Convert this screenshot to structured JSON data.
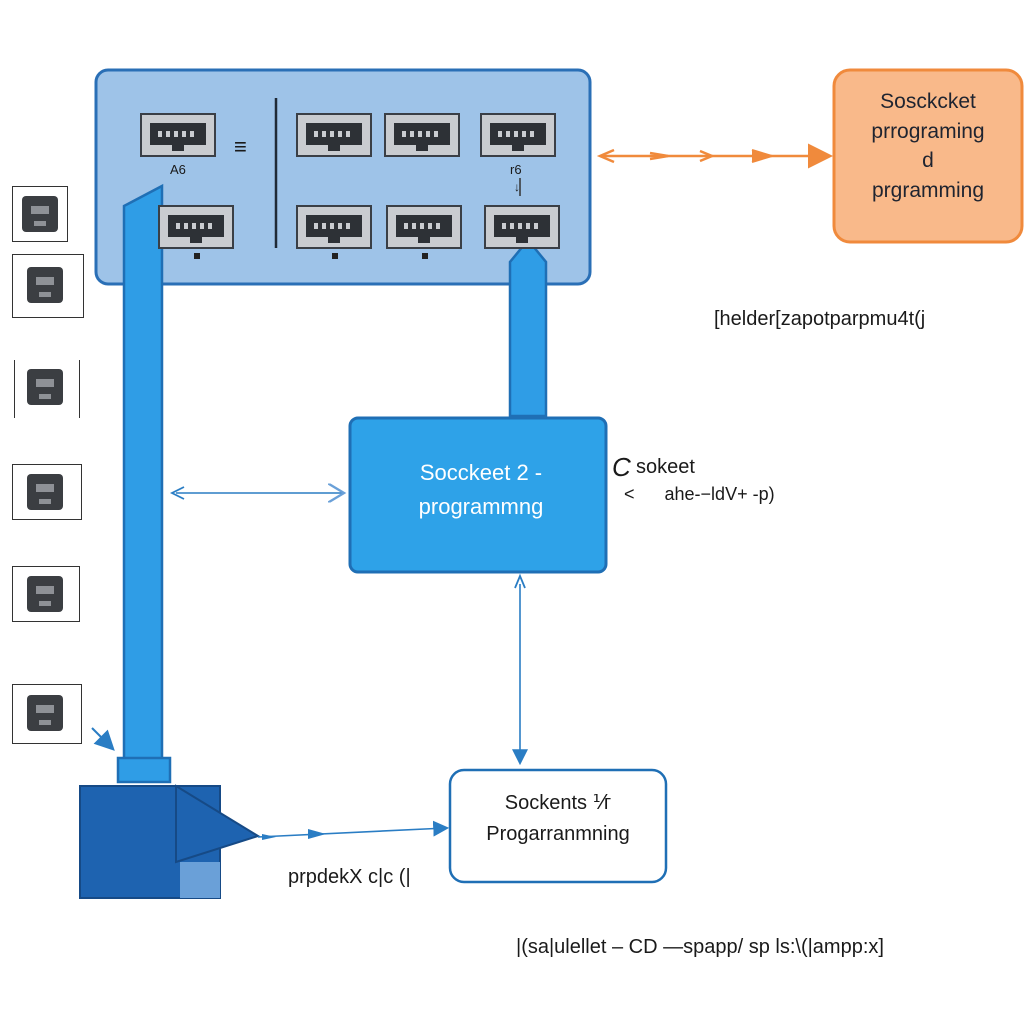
{
  "switch_panel": {
    "port_label_left": "A6",
    "port_label_right": "r6",
    "small_arrow_right": "↓",
    "menu_glyph": "≡"
  },
  "boxes": {
    "orange": {
      "line1": "Sosckcket",
      "line2": "prrograming",
      "line3": "d",
      "line4": "prgramming",
      "fill": "#f9b98a",
      "stroke": "#f08a3c"
    },
    "center": {
      "line1": "Socckeet 2  -",
      "line2": "programmng",
      "fill": "#2ea2e8",
      "stroke": "#1f6fb5"
    },
    "bottom": {
      "line1": "Sockents ⅟ᴦ",
      "line2": "Progarranmning",
      "fill": "#ffffff",
      "stroke": "#1f6fb5"
    }
  },
  "labels": {
    "right_top": "[helder[zapotparpmu4t(j",
    "socket_mark": "C",
    "socket_word": "sokeet",
    "socket_sub": "<      ahe-−ldV+ -p)",
    "bottom_left": "prpdekX c|c (|",
    "footer": "|(sa|ulellet – CD —spapp/ sp ls:\\(|ampp:x]"
  },
  "colors": {
    "panel_fill": "#9ec3e8",
    "panel_stroke": "#2a6fb6",
    "pipe_blue": "#2f9de6",
    "arrow_orange": "#f08a3c",
    "arrow_blue": "#2a7dc4",
    "terminal_dark": "#1e63b0",
    "terminal_light": "#6aa0d8"
  },
  "icons": [
    "ethernet-port-icon",
    "plug-icon"
  ]
}
